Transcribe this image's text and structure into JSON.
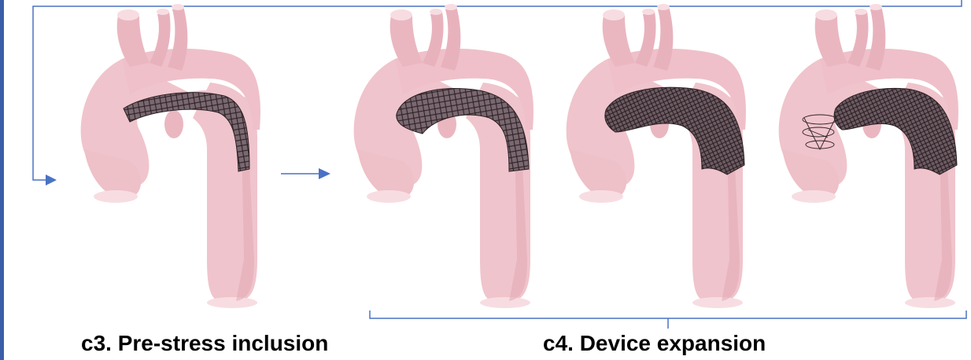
{
  "figure": {
    "captions": {
      "c3": "c3. Pre-stress inclusion",
      "c4": "c4. Device expansion"
    },
    "colors": {
      "accent": "#4a72c4",
      "left_bar": "#3a5fa8",
      "aorta": "#f0c4cc",
      "aorta_shadow": "#e2a9b4",
      "aorta_cap": "#f7dde2",
      "stent": "#6d5a62",
      "stent_mesh": "#2b2024"
    },
    "panels": [
      {
        "id": "c3-model",
        "stage": "c3",
        "stent_state": "crimped"
      },
      {
        "id": "c4-model-1",
        "stage": "c4",
        "stent_state": "partially-expanded"
      },
      {
        "id": "c4-model-2",
        "stage": "c4",
        "stent_state": "expanded"
      },
      {
        "id": "c4-model-3",
        "stage": "c4",
        "stent_state": "expanded-with-proximal-rings"
      }
    ]
  }
}
